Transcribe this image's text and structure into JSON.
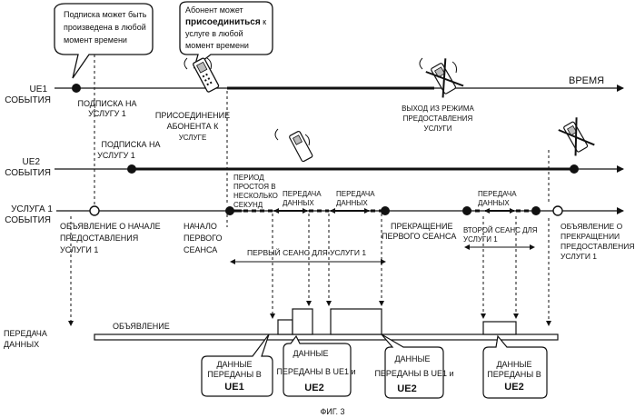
{
  "callouts": {
    "subscribe_any_time": [
      "Подписка может быть",
      "произведена в любой",
      "момент времени"
    ],
    "join_any_time_pre": "Абонент может",
    "join_any_time_bold": "присоединиться",
    "join_any_time_post": " к",
    "join_any_time_rest": [
      "услуге в любой",
      "момент времени"
    ]
  },
  "rows": {
    "ue1_label": [
      "UE1",
      "СОБЫТИЯ"
    ],
    "ue2_label": [
      "UE2",
      "СОБЫТИЯ"
    ],
    "service_label": [
      "УСЛУГА 1",
      "СОБЫТИЯ"
    ],
    "transfer_label": [
      "ПЕРЕДАЧА",
      "ДАННЫХ"
    ]
  },
  "time_label": "ВРЕМЯ",
  "ue1_events": {
    "subscribe": [
      "ПОДПИСКА НА",
      "УСЛУГУ 1"
    ],
    "join": [
      "ПРИСОЕДИНЕНИЕ",
      "АБОНЕНТА К",
      "УСЛУГЕ"
    ],
    "leave": [
      "ВЫХОД ИЗ РЕЖИМА",
      "ПРЕДОСТАВЛЕНИЯ",
      "УСЛУГИ"
    ]
  },
  "ue2_events": {
    "subscribe": [
      "ПОДПИСКА НА",
      "УСЛУГУ 1"
    ]
  },
  "service_events": {
    "announce_start": [
      "ОБЪЯВЛЕНИЕ О НАЧАЛЕ",
      "ПРЕДОСТАВЛЕНИЯ",
      "УСЛУГИ 1"
    ],
    "first_session_start": [
      "НАЧАЛО",
      "ПЕРВОГО",
      "СЕАНСА"
    ],
    "idle_period": [
      "ПЕРИОД",
      "ПРОСТОЯ В",
      "НЕСКОЛЬКО",
      "СЕКУНД"
    ],
    "data_transfer_a": [
      "ПЕРЕДАЧА",
      "ДАННЫХ"
    ],
    "data_transfer_b": [
      "ПЕРЕДАЧА",
      "ДАННЫХ"
    ],
    "first_session_end": [
      "ПРЕКРАЩЕНИЕ",
      "ПЕРВОГО СЕАНСА"
    ],
    "data_transfer_c": [
      "ПЕРЕДАЧА",
      "ДАННЫХ"
    ],
    "second_session": [
      "ВТОРОЙ СЕАНС ДЛЯ",
      "УСЛУГИ 1"
    ],
    "announce_end": [
      "ОБЪЯВЛЕНИЕ О",
      "ПРЕКРАЩЕНИИ",
      "ПРЕДОСТАВЛЕНИЯ",
      "УСЛУГИ 1"
    ],
    "first_session_span": "ПЕРВЫЙ СЕАНС ДЛЯ УСЛУГИ 1"
  },
  "transfer": {
    "announcement": "ОБЪЯВЛЕНИЕ"
  },
  "bubbles": {
    "b1": [
      "ДАННЫЕ",
      "ПЕРЕДАНЫ В"
    ],
    "b1_bold": "UE1",
    "b2": [
      "ДАННЫЕ",
      "ПЕРЕДАНЫ В UE1 и"
    ],
    "b2_bold": "UE2",
    "b3": [
      "ДАННЫЕ",
      "ПЕРЕДАНЫ В UE1 и"
    ],
    "b3_bold": "UE2",
    "b4": [
      "ДАННЫЕ",
      "ПЕРЕДАНЫ В"
    ],
    "b4_bold": "UE2"
  },
  "figure_caption": "ФИГ. 3",
  "icons": {
    "phone": "mobile-phone-icon",
    "phone_off": "crossed-out-phone-icon"
  }
}
